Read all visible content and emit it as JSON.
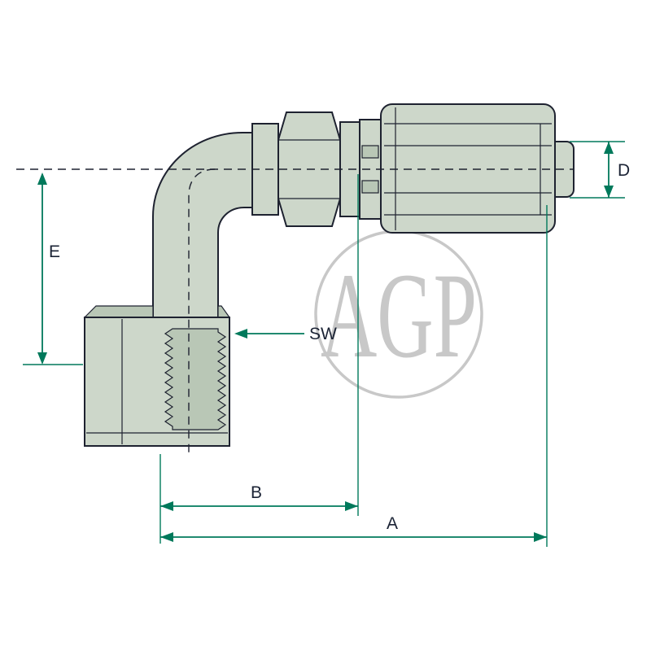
{
  "watermark": {
    "text": "AGP"
  },
  "dimensions": {
    "a": "A",
    "b": "B",
    "d": "D",
    "e": "E",
    "sw": "SW"
  },
  "colors": {
    "background": "#ffffff",
    "outline": "#1e2230",
    "body_fill": "#cdd7ca",
    "body_fill_dark": "#b9c7b6",
    "dimension": "#00795b",
    "label": "#1b2335",
    "watermark": "#c8c8c8"
  }
}
